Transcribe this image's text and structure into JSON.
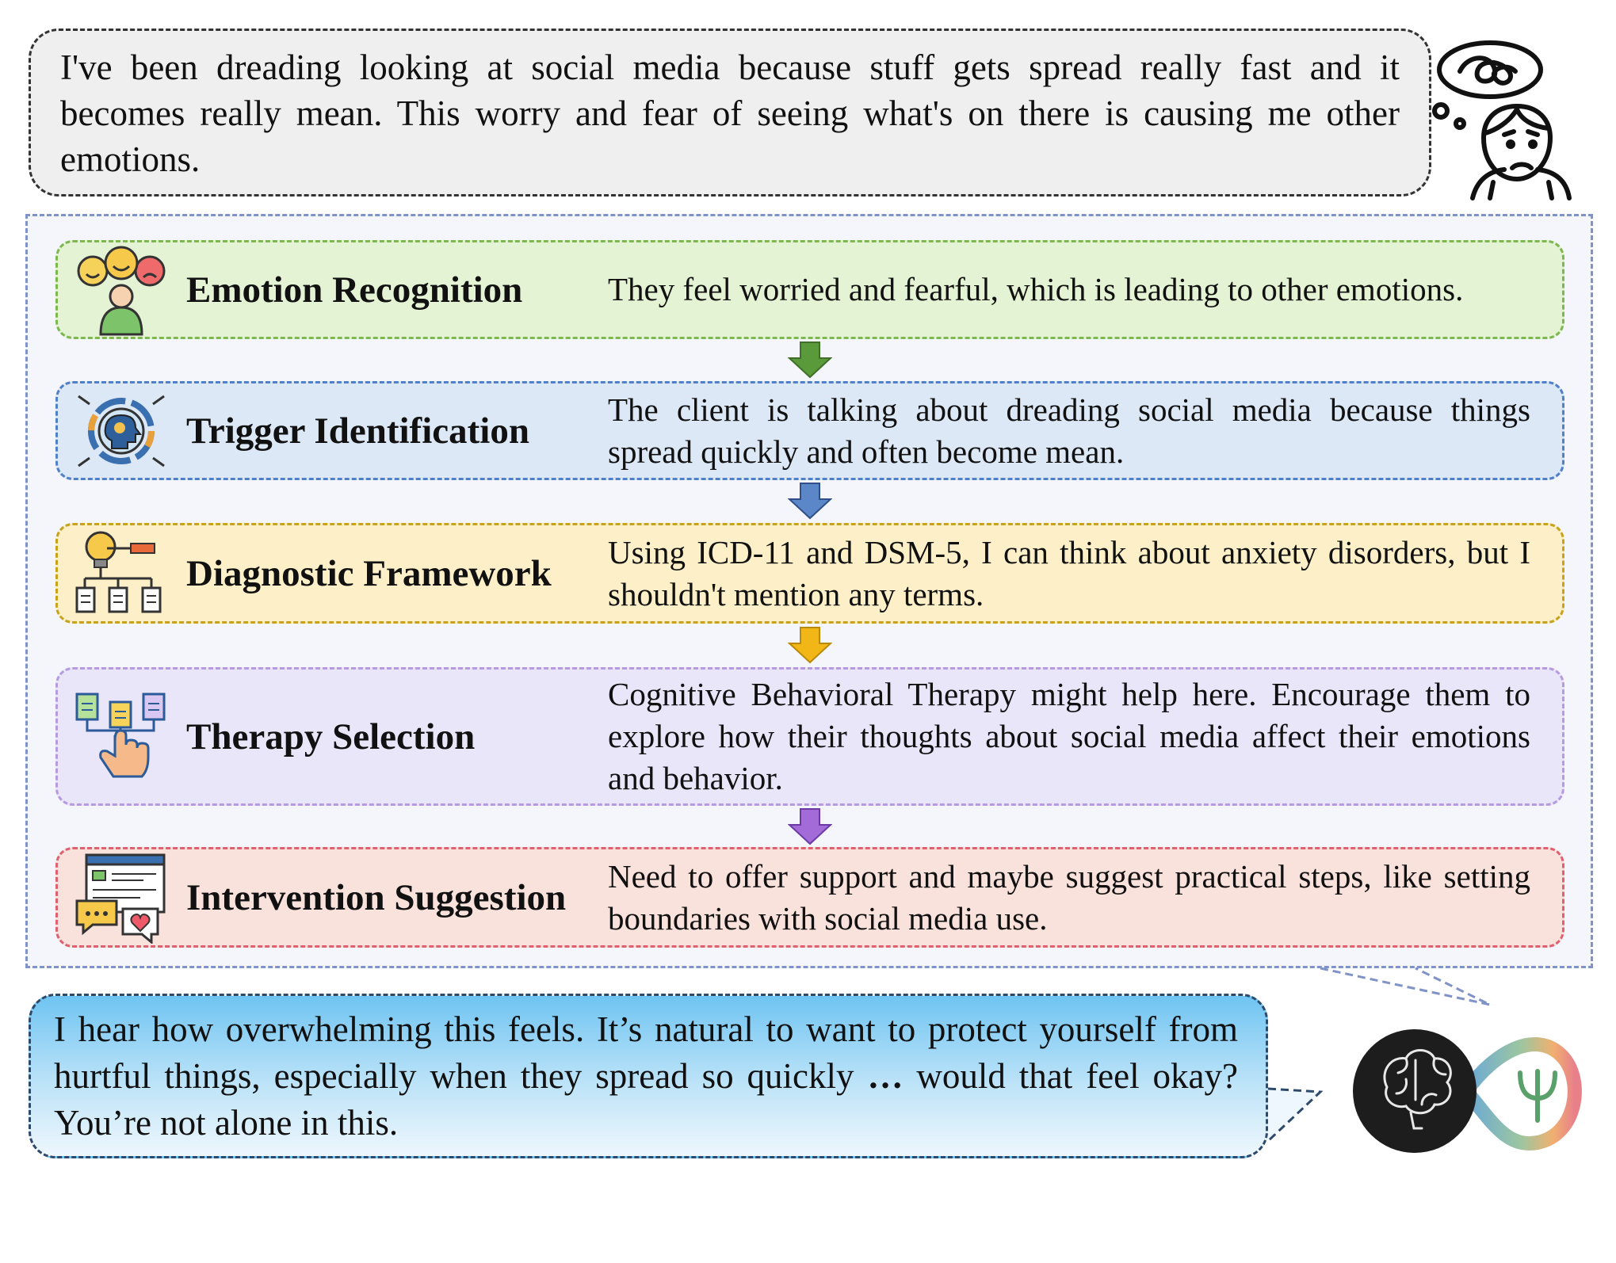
{
  "client": {
    "message": "I've been dreading looking at social media because stuff gets spread really fast and it becomes really mean. This worry and fear of seeing what's on there is causing me other emotions."
  },
  "stages": [
    {
      "title": "Emotion Recognition",
      "text": "They feel worried and fearful, which is leading to other emotions.",
      "icon": "emotion-faces-icon",
      "color": "#7cb84f"
    },
    {
      "title": "Trigger Identification",
      "text": "The client is talking about dreading social media because things spread quickly and often become mean.",
      "icon": "head-target-icon",
      "color": "#4f80c9"
    },
    {
      "title": "Diagnostic Framework",
      "text": "Using ICD-11 and DSM-5, I can think about anxiety disorders, but I shouldn't mention any terms.",
      "icon": "lightbulb-hierarchy-icon",
      "color": "#c8a21a"
    },
    {
      "title": "Therapy Selection",
      "text": "Cognitive Behavioral Therapy might help here. Encourage them to explore how their thoughts about social media affect their emotions and behavior.",
      "icon": "hand-select-cards-icon",
      "color": "#b79be0"
    },
    {
      "title": "Intervention Suggestion",
      "text": "Need to offer support and maybe suggest practical steps, like setting boundaries with social media use.",
      "icon": "chat-form-heart-icon",
      "color": "#e06070"
    }
  ],
  "response": {
    "message_part1": "I hear how overwhelming this feels. It’s natural to want to protect yourself from hurtful things, especially when they spread so quickly ",
    "ellipsis": "…",
    "message_part2": " would that feel okay? You’re not alone in this."
  }
}
